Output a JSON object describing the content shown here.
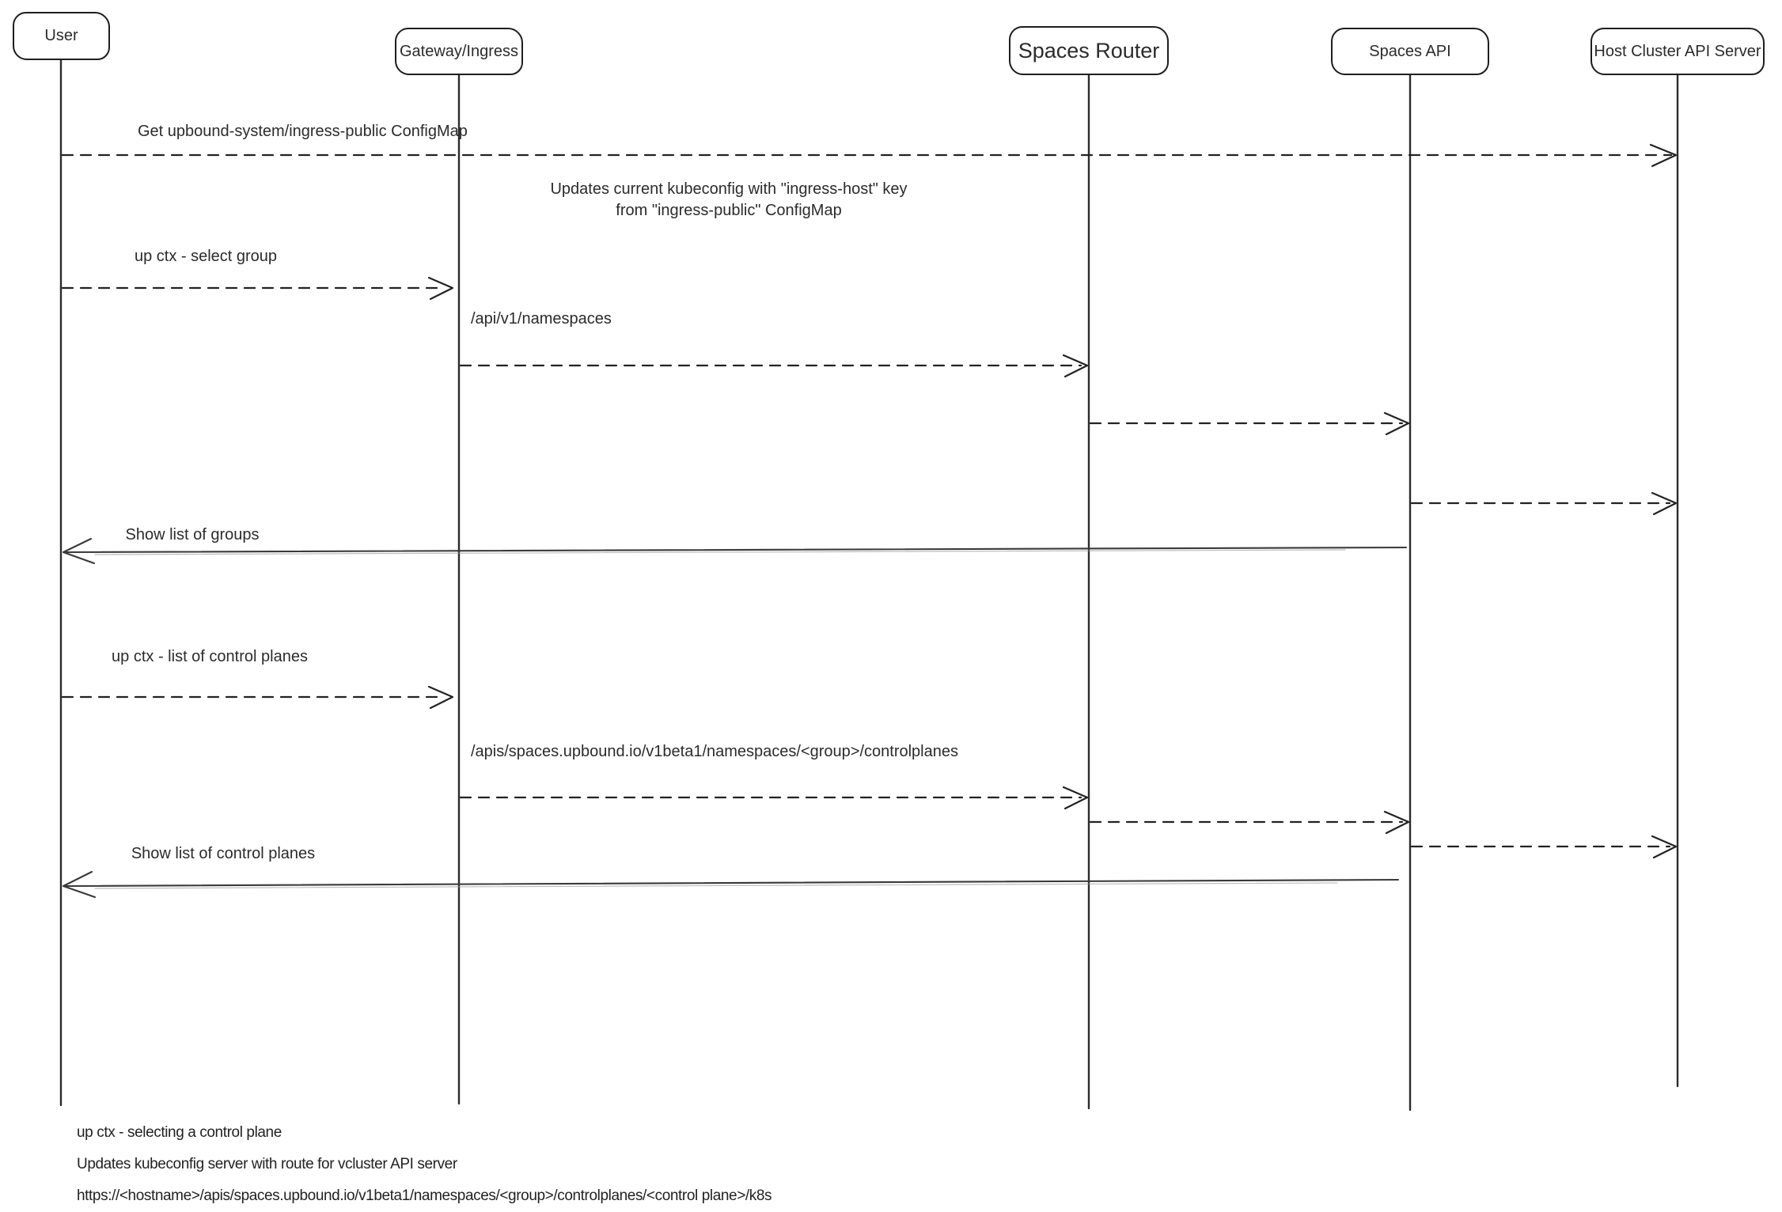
{
  "title": "Spaces context selection sequence diagram",
  "colors": {
    "stroke": "#1e1e1e",
    "background": "#ffffff",
    "return_line": "#3a3a3a"
  },
  "actors": [
    {
      "id": "user",
      "label": "User"
    },
    {
      "id": "gateway",
      "label": "Gateway/Ingress"
    },
    {
      "id": "spaces-router",
      "label": "Spaces Router"
    },
    {
      "id": "spaces-api",
      "label": "Spaces API"
    },
    {
      "id": "host-cluster",
      "label": "Host Cluster API Server"
    }
  ],
  "messages": [
    {
      "label": "Get upbound-system/ingress-public ConfigMap",
      "from": "User",
      "to": "Host Cluster API Server",
      "line": "dashed"
    },
    {
      "label": "up ctx - select group",
      "from": "User",
      "to": "Gateway/Ingress",
      "line": "dashed"
    },
    {
      "label": "/api/v1/namespaces",
      "from": "Gateway/Ingress",
      "to": "Spaces Router",
      "line": "dashed"
    },
    {
      "label": "",
      "from": "Spaces Router",
      "to": "Spaces API",
      "line": "dashed"
    },
    {
      "label": "",
      "from": "Spaces API",
      "to": "Host Cluster API Server",
      "line": "dashed"
    },
    {
      "label": "Show list of groups",
      "from": "Spaces API",
      "to": "User",
      "line": "solid"
    },
    {
      "label": "up ctx - list of control planes",
      "from": "User",
      "to": "Gateway/Ingress",
      "line": "dashed"
    },
    {
      "label": "/apis/spaces.upbound.io/v1beta1/namespaces/<group>/controlplanes",
      "from": "Gateway/Ingress",
      "to": "Spaces Router",
      "line": "dashed"
    },
    {
      "label": "",
      "from": "Spaces Router",
      "to": "Spaces API",
      "line": "dashed"
    },
    {
      "label": "",
      "from": "Spaces API",
      "to": "Host Cluster API Server",
      "line": "dashed"
    },
    {
      "label": "Show list of control planes",
      "from": "Spaces API",
      "to": "User",
      "line": "solid"
    }
  ],
  "note": {
    "line1": "Updates current kubeconfig with \"ingress-host\" key",
    "line2": "from \"ingress-public\" ConfigMap"
  },
  "footer_notes": [
    {
      "text": "up ctx - selecting a control plane"
    },
    {
      "text": "Updates kubeconfig server with route for vcluster API server"
    },
    {
      "text": "https://<hostname>/apis/spaces.upbound.io/v1beta1/namespaces/<group>/controlplanes/<control plane>/k8s"
    }
  ]
}
